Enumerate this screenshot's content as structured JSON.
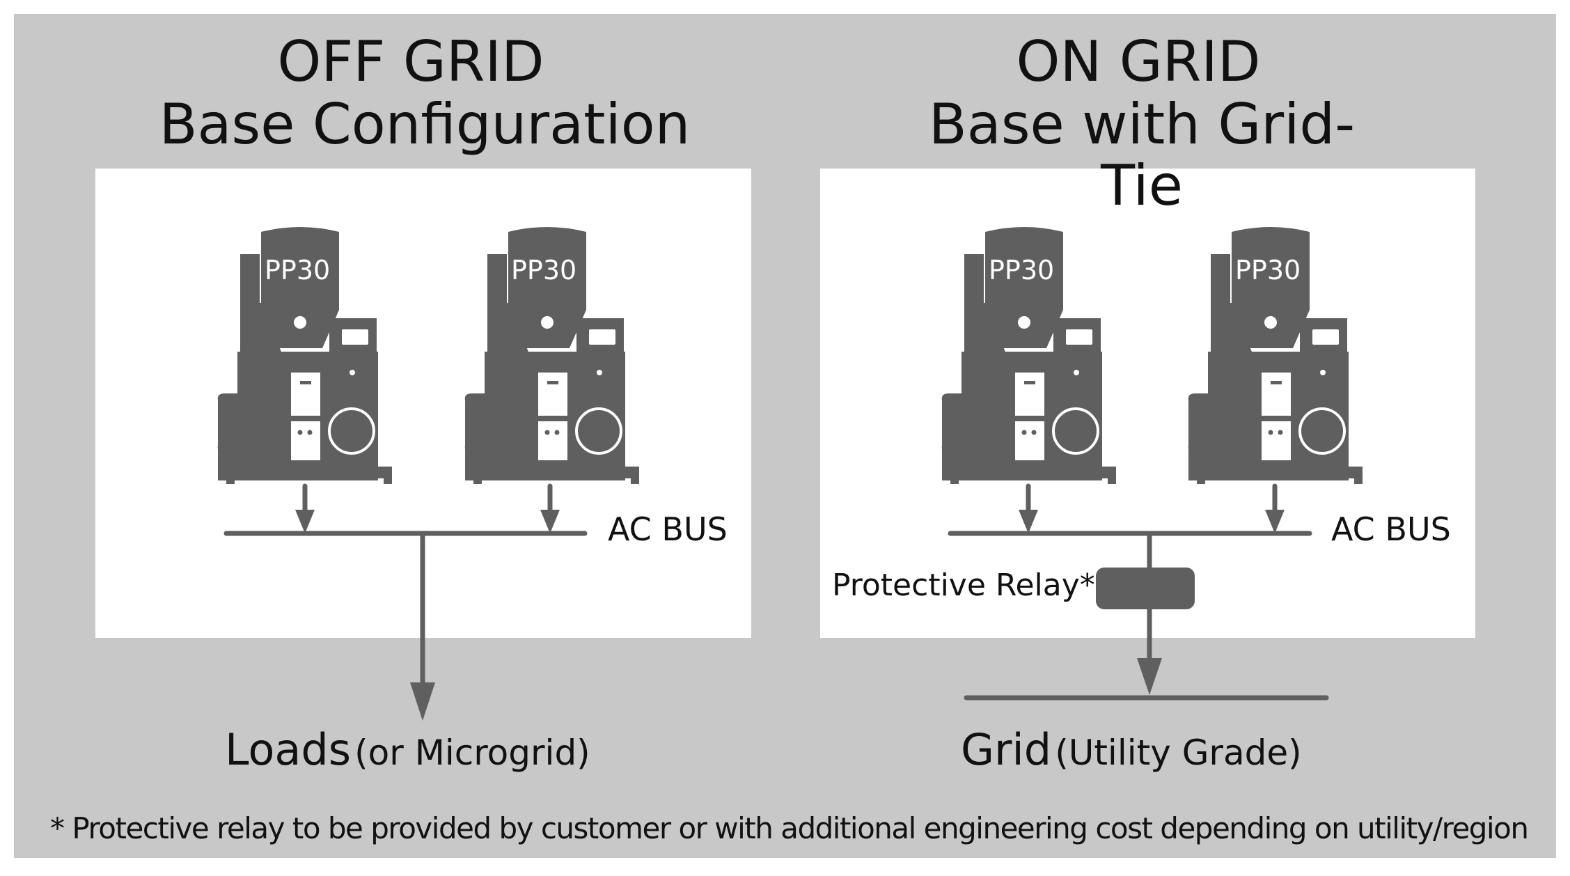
{
  "off_grid": {
    "title": "OFF GRID",
    "subtitle": "Base Configuration",
    "unit_labels": [
      "PP30",
      "PP30"
    ],
    "bus_label": "AC BUS",
    "output_label": "Loads",
    "output_note": "(or Microgrid)"
  },
  "on_grid": {
    "title": "ON GRID",
    "subtitle": "Base with Grid-Tie",
    "unit_labels": [
      "PP30",
      "PP30"
    ],
    "bus_label": "AC BUS",
    "relay_label": "Protective Relay*",
    "output_label": "Grid",
    "output_note": "(Utility Grade)"
  },
  "footnote": "* Protective relay to be provided by customer or with additional engineering cost depending on utility/region",
  "colors": {
    "background_panel": "#c8c8c8",
    "inner_panel": "#ffffff",
    "machine": "#5f5f5f",
    "lines": "#5f5f5f"
  }
}
